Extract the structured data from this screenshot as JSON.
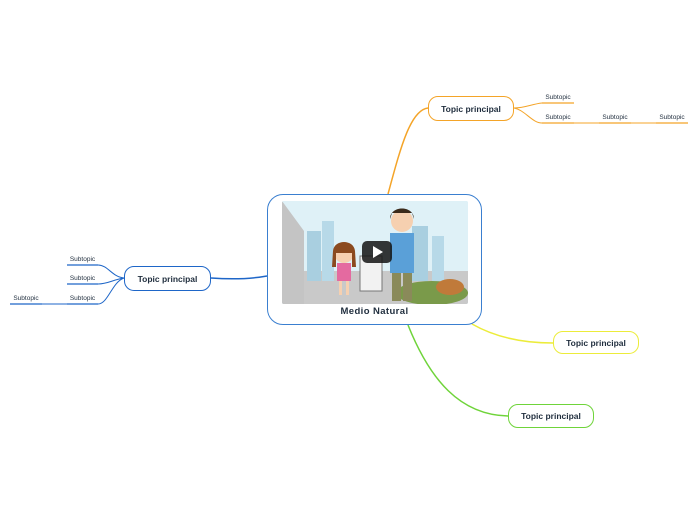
{
  "center": {
    "title": "Medio Natural",
    "media": "video-thumbnail"
  },
  "topics": {
    "orange": {
      "label": "Topic principal",
      "color": "#f4a428",
      "subtopics": [
        "Subtopic",
        "Subtopic",
        "Subtopic",
        "Subtopic"
      ]
    },
    "blue": {
      "label": "Topic principal",
      "color": "#1e66c8",
      "subtopics": [
        "Subtopic",
        "Subtopic",
        "Subtopic",
        "Subtopic"
      ]
    },
    "yellow": {
      "label": "Topic principal",
      "color": "#ecec3a"
    },
    "green": {
      "label": "Topic principal",
      "color": "#6fd43a"
    }
  },
  "icons": {
    "play": "play-icon"
  }
}
